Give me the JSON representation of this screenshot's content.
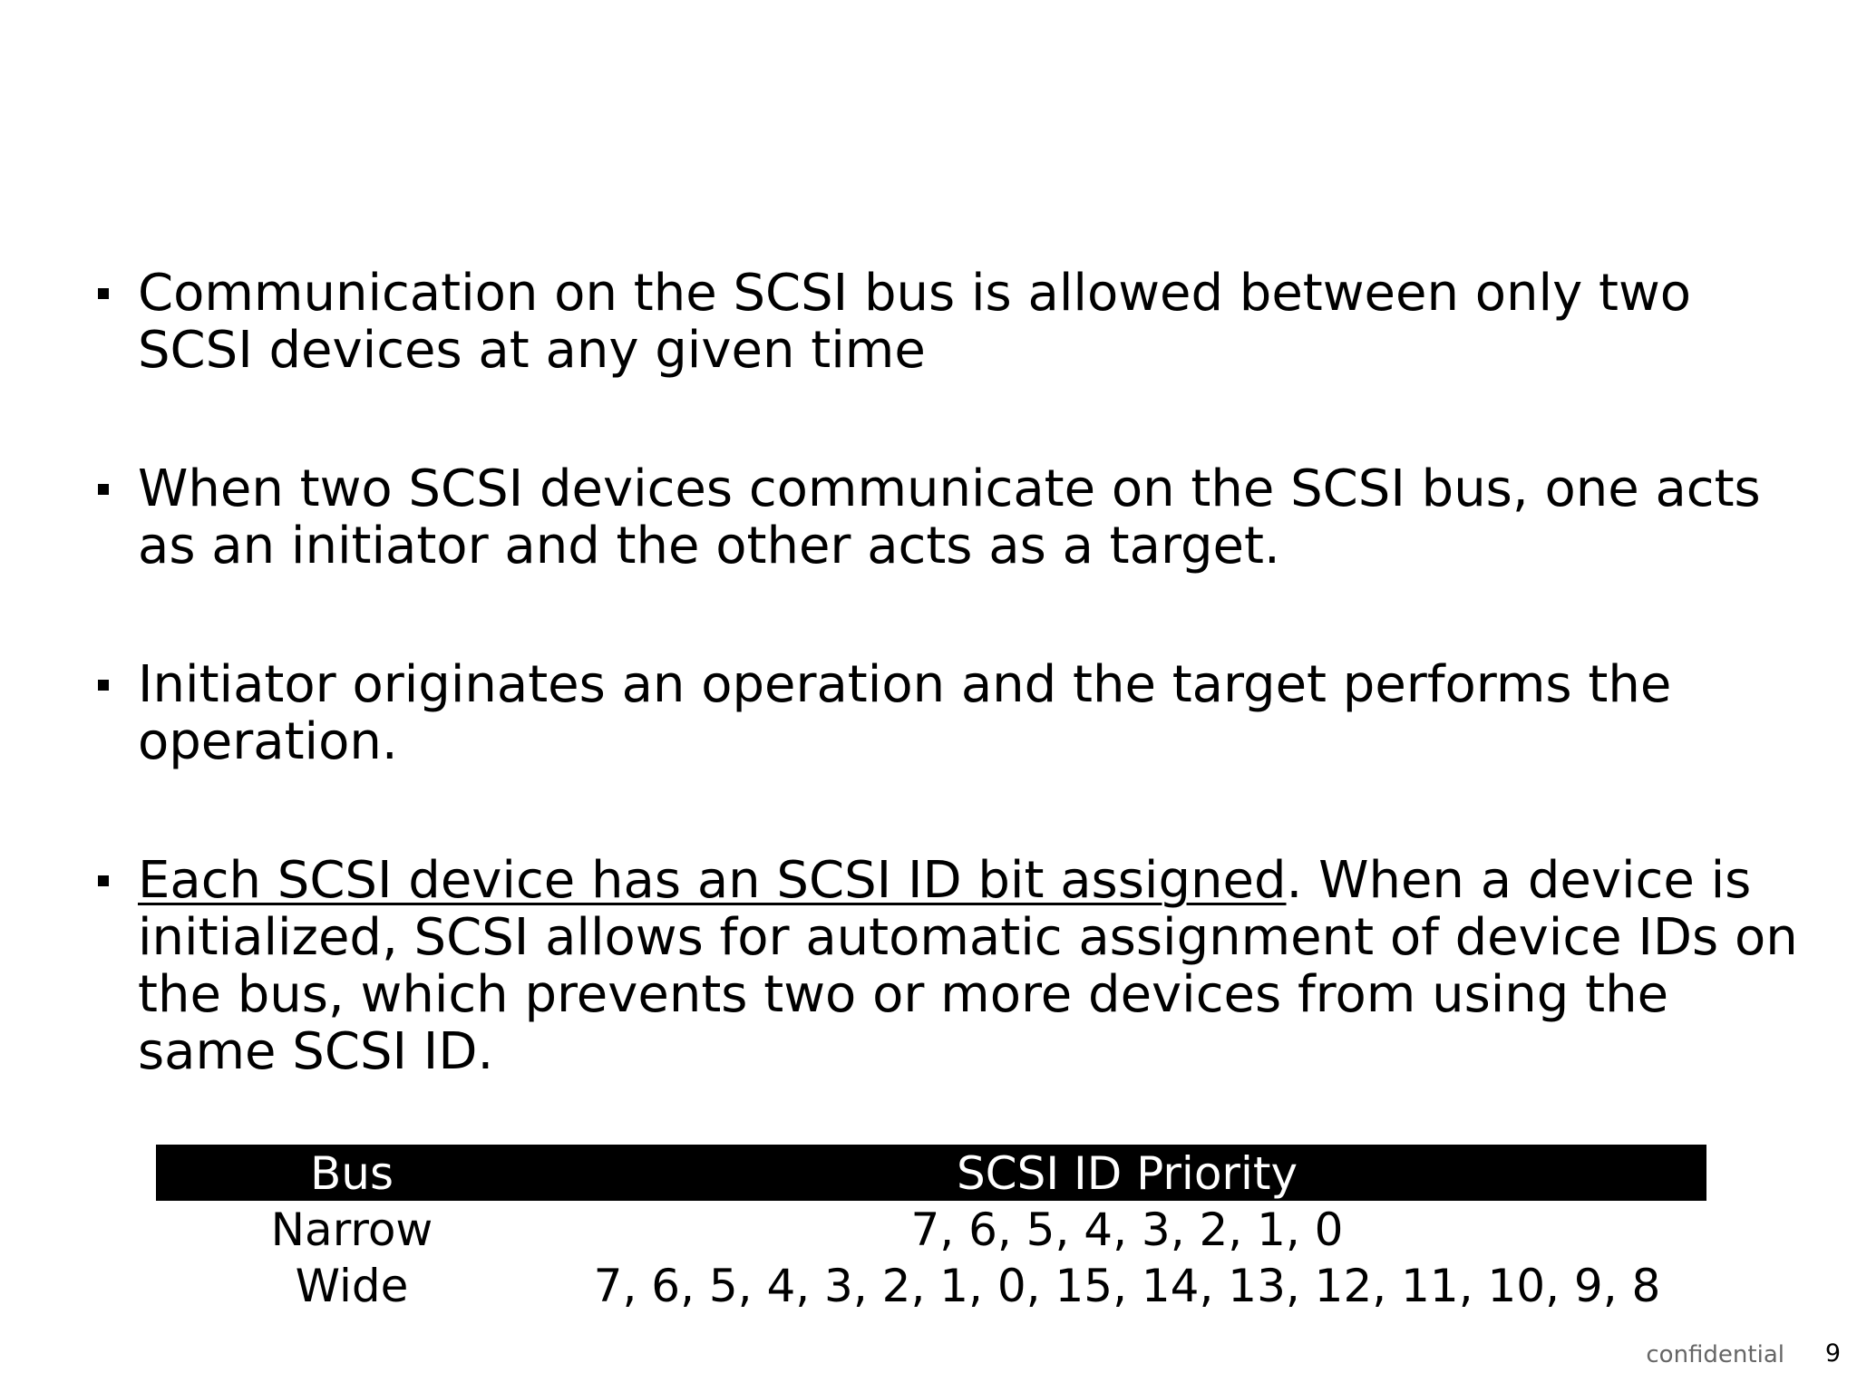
{
  "bullets": [
    {
      "underlined": "",
      "text": "Communication on the SCSI bus is allowed between only two SCSI devices at any given time"
    },
    {
      "underlined": "",
      "text": "When two SCSI devices communicate on the SCSI bus, one acts as an initiator and the other acts as a target."
    },
    {
      "underlined": "",
      "text": "Initiator originates an operation and the target performs the operation."
    },
    {
      "underlined": "Each SCSI device has an SCSI ID bit assigned",
      "text": ". When a device is initialized, SCSI allows for automatic assignment of device IDs on the bus, which prevents two or more devices from using the same SCSI ID."
    }
  ],
  "table": {
    "headers": [
      "Bus",
      "SCSI ID Priority"
    ],
    "rows": [
      [
        "Narrow",
        "7, 6, 5, 4, 3, 2, 1, 0"
      ],
      [
        "Wide",
        "7, 6, 5, 4, 3, 2, 1, 0, 15, 14, 13, 12, 11, 10, 9, 8"
      ]
    ]
  },
  "footer": {
    "label": "confidential",
    "page_number": "9"
  }
}
